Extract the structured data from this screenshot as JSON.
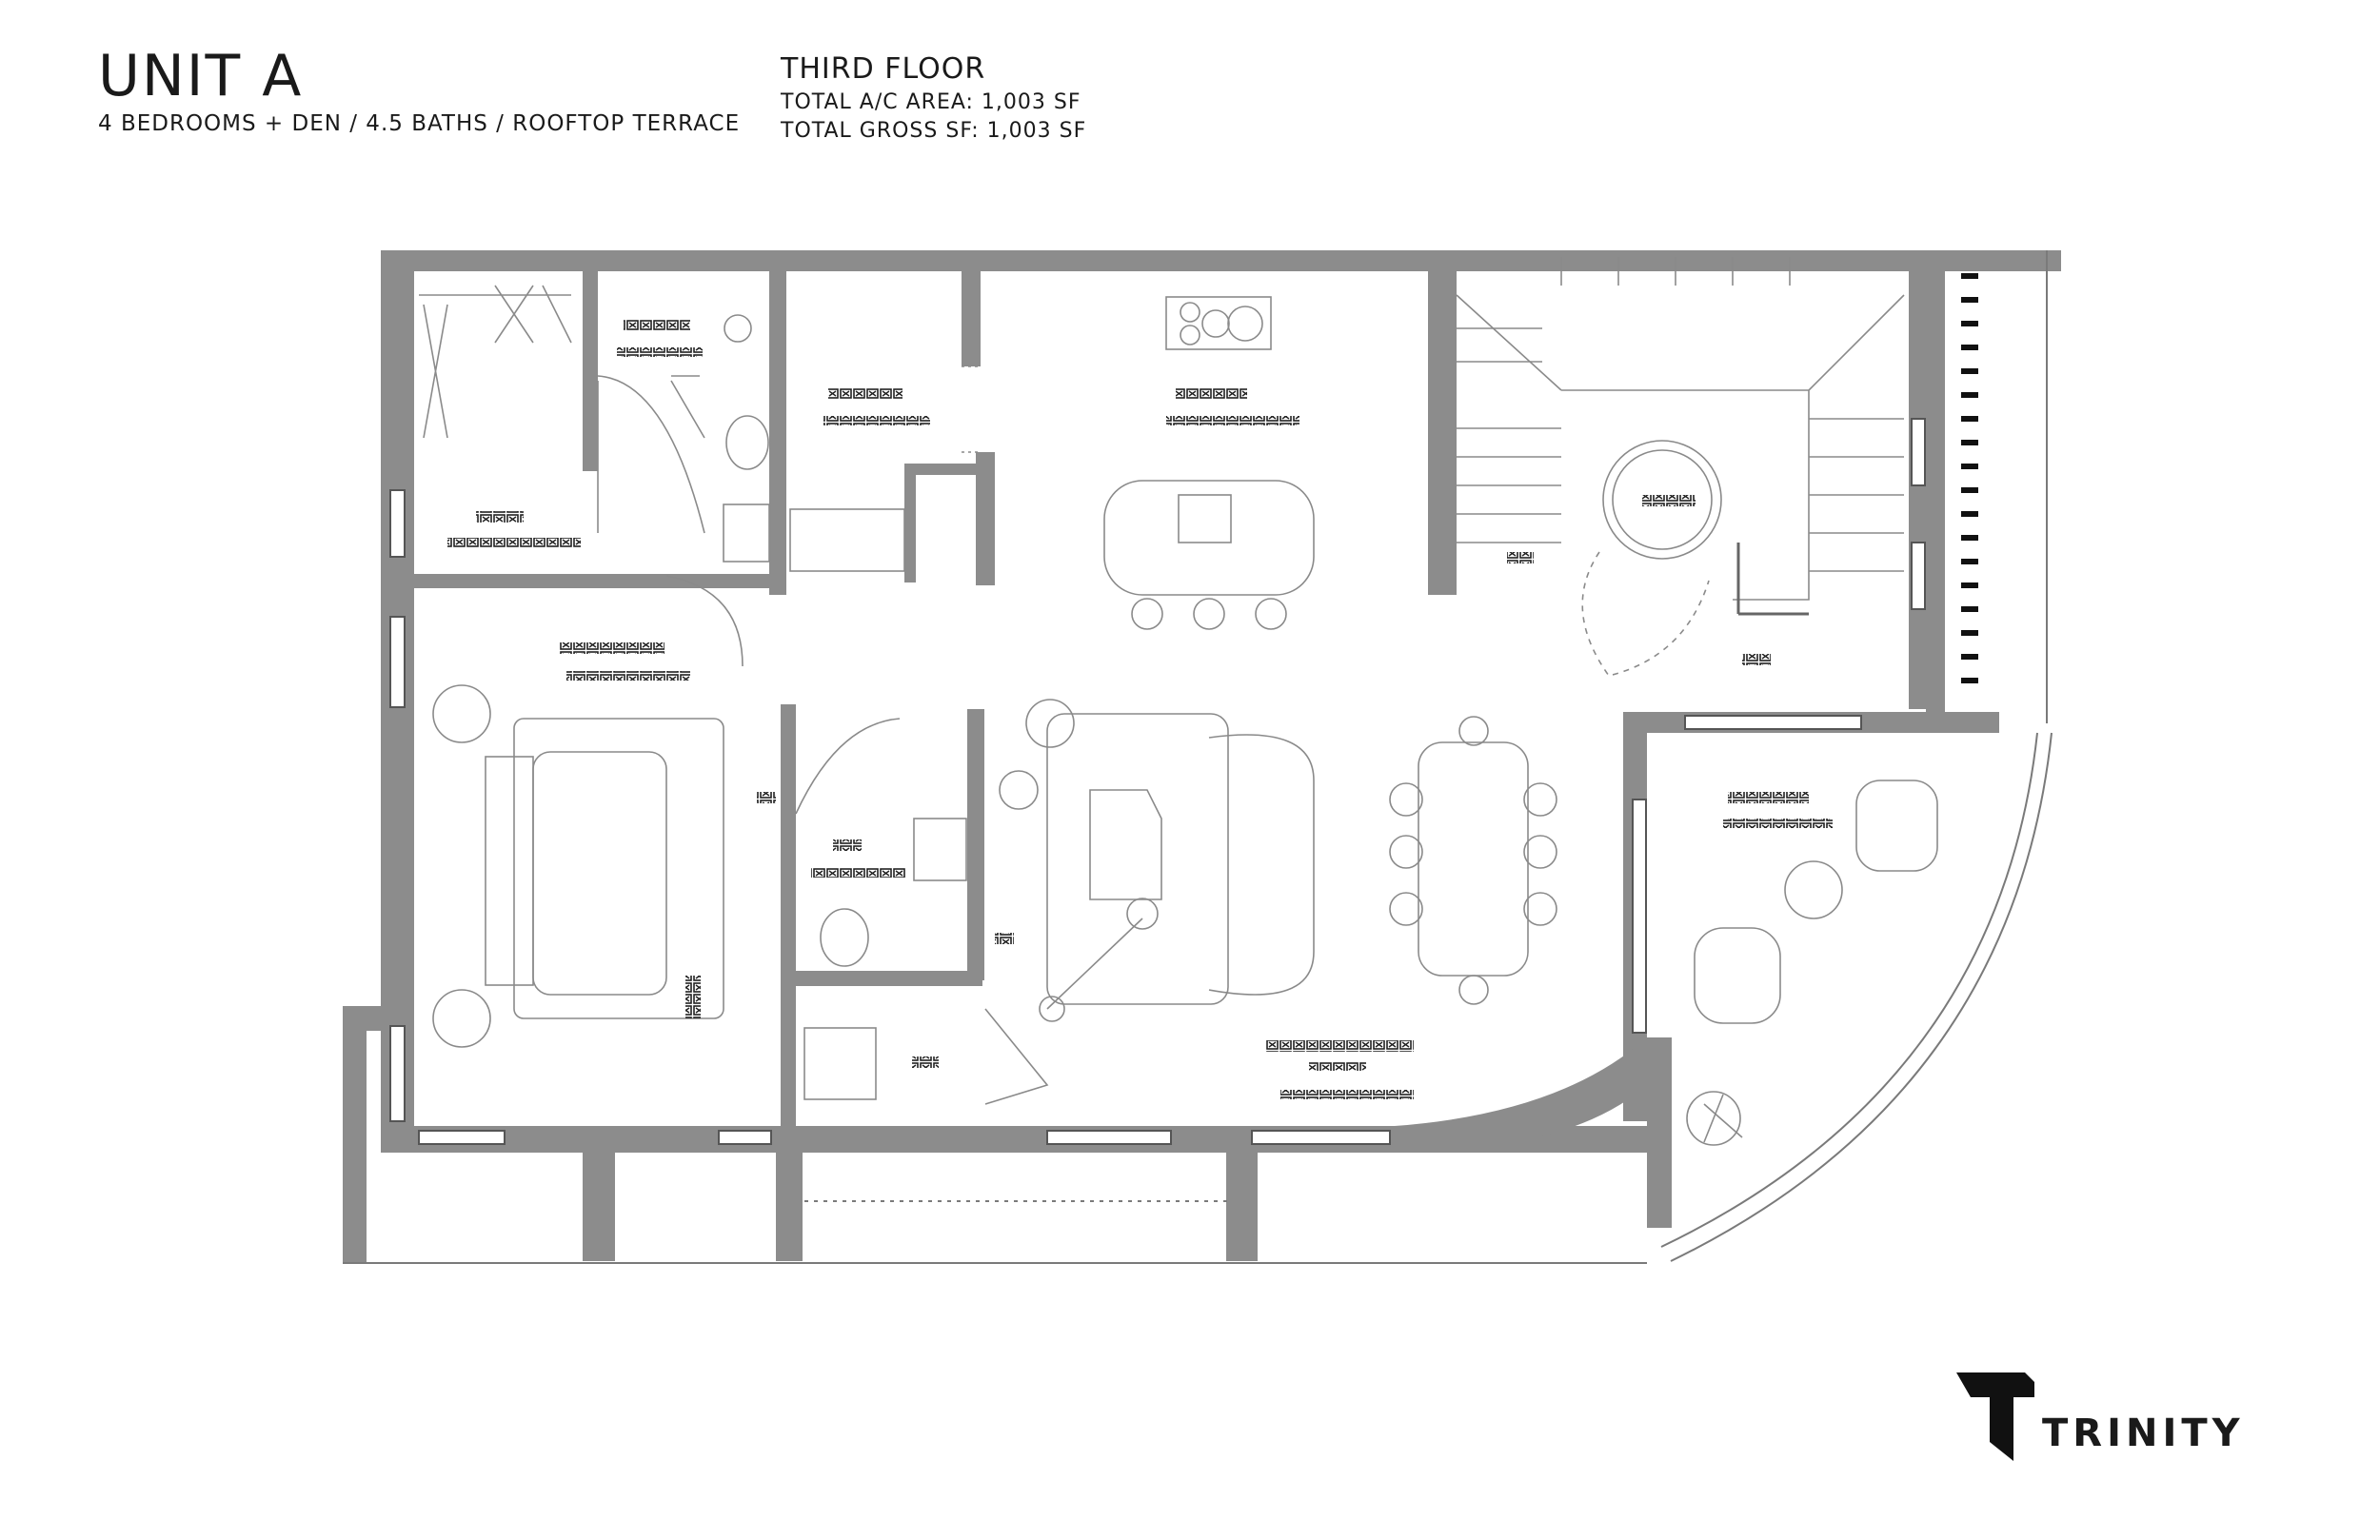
{
  "header": {
    "unit_title": "UNIT A",
    "unit_subtitle": "4 BEDROOMS + DEN / 4.5 BATHS / ROOFTOP TERRACE",
    "floor_title": "THIRD FLOOR",
    "ac_area": "TOTAL A/C AREA: 1,003 SF",
    "gross_sf": "TOTAL GROSS SF: 1,003 SF"
  },
  "brand": {
    "name": "TRINITY",
    "logo_icon": "trinity-t-logo-icon"
  },
  "colors": {
    "wall": "#8c8c8c",
    "line": "#7a7a7a",
    "text": "#1a1a1a",
    "background": "#ffffff"
  },
  "room_label_glyphs": "placeholder-block-glyphs"
}
